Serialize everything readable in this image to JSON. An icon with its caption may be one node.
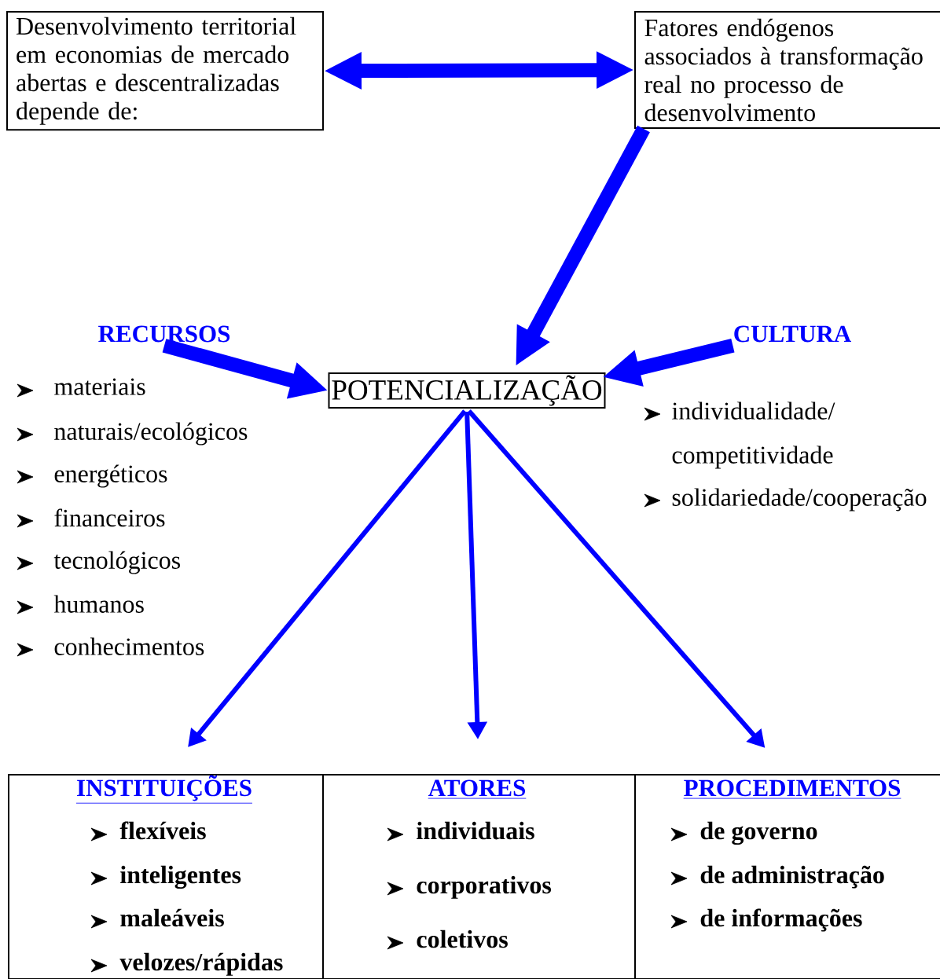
{
  "diagram": {
    "nodes": [
      {
        "text": [
          "Desenvolvimento territorial em economias de mercado abertas e descentralizadas depende de:"
        ]
      },
      {
        "text": [
          "Fatores endógenos associados à transformação real no processo de desenvolvimento"
        ]
      },
      {
        "text": [
          "RECURSOS"
        ],
        "beside": [
          "materiais",
          "naturais/ecológicos",
          "energéticos",
          "financeiros",
          "tecnológicos",
          "humanos",
          "conhecimentos"
        ]
      },
      {
        "text": [
          "CULTURA"
        ],
        "beside": [
          "individualidade/ competitividade",
          "solidariedade/cooperação"
        ]
      },
      {
        "text": [
          "POTENCIALIZAÇÃO"
        ]
      },
      {
        "text": [
          "INSTITUIÇÕES",
          "flexíveis",
          "inteligentes",
          "maleáveis",
          "velozes/rápidas"
        ]
      },
      {
        "text": [
          "ATORES",
          "individuais",
          "corporativos",
          "coletivos"
        ]
      },
      {
        "text": [
          "PROCEDIMENTOS",
          "de governo",
          "de administração",
          "de informações"
        ]
      }
    ],
    "edges": [
      {
        "from": 0,
        "to": 1,
        "arrow": "both"
      },
      {
        "from": 1,
        "to": 4,
        "arrow": "to"
      },
      {
        "from": 2,
        "to": 4,
        "arrow": "to"
      },
      {
        "from": 3,
        "to": 4,
        "arrow": "to"
      },
      {
        "from": 4,
        "to": 5,
        "arrow": "to"
      },
      {
        "from": 4,
        "to": 6,
        "arrow": "to"
      },
      {
        "from": 4,
        "to": 7,
        "arrow": "to"
      }
    ]
  }
}
